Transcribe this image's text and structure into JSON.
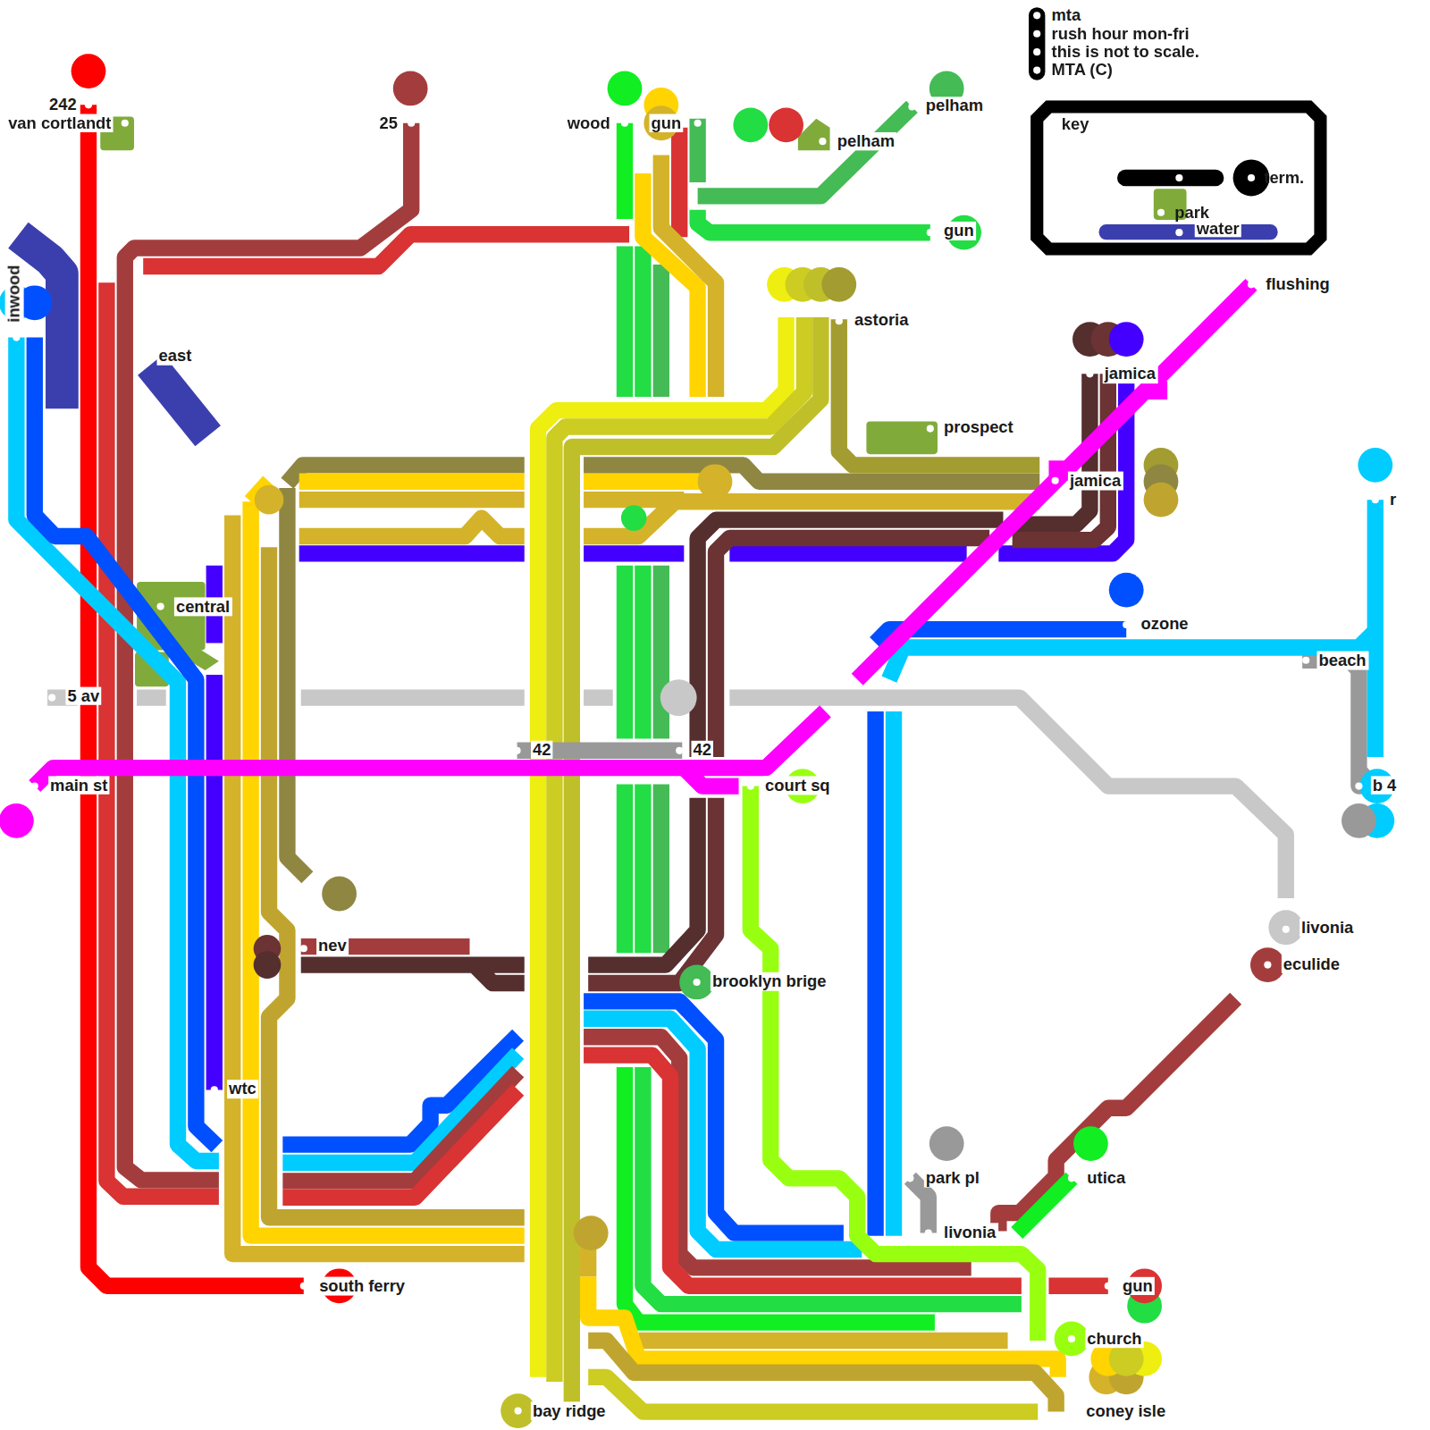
{
  "diagram": {
    "nodes": [
      {
        "text": [
          "key"
        ]
      }
    ],
    "labels": [
      "mta",
      "rush hour mon-fri",
      "this is not to scale.",
      "MTA (C)",
      "242",
      "van cortlandt",
      "25",
      "wood",
      "gun",
      "pelham",
      "pelham",
      "gun",
      "inwood",
      "east",
      "astoria",
      "flushing",
      "jamica",
      "prospect",
      "jamica",
      "r",
      "central",
      "ozone",
      "beach",
      "5 av",
      "42",
      "42",
      "main st",
      "court sq",
      "b 4",
      "livonia",
      "eculide",
      "nev",
      "brooklyn brige",
      "wtc",
      "park pl",
      "utica",
      "livonia",
      "south ferry",
      "gun",
      "church",
      "bay ridge",
      "coney isle"
    ],
    "legend": [
      {
        "text": "term."
      },
      {
        "text": "park",
        "color": "#80ab3b"
      },
      {
        "text": "water",
        "color": "#3b3fae"
      }
    ]
  }
}
